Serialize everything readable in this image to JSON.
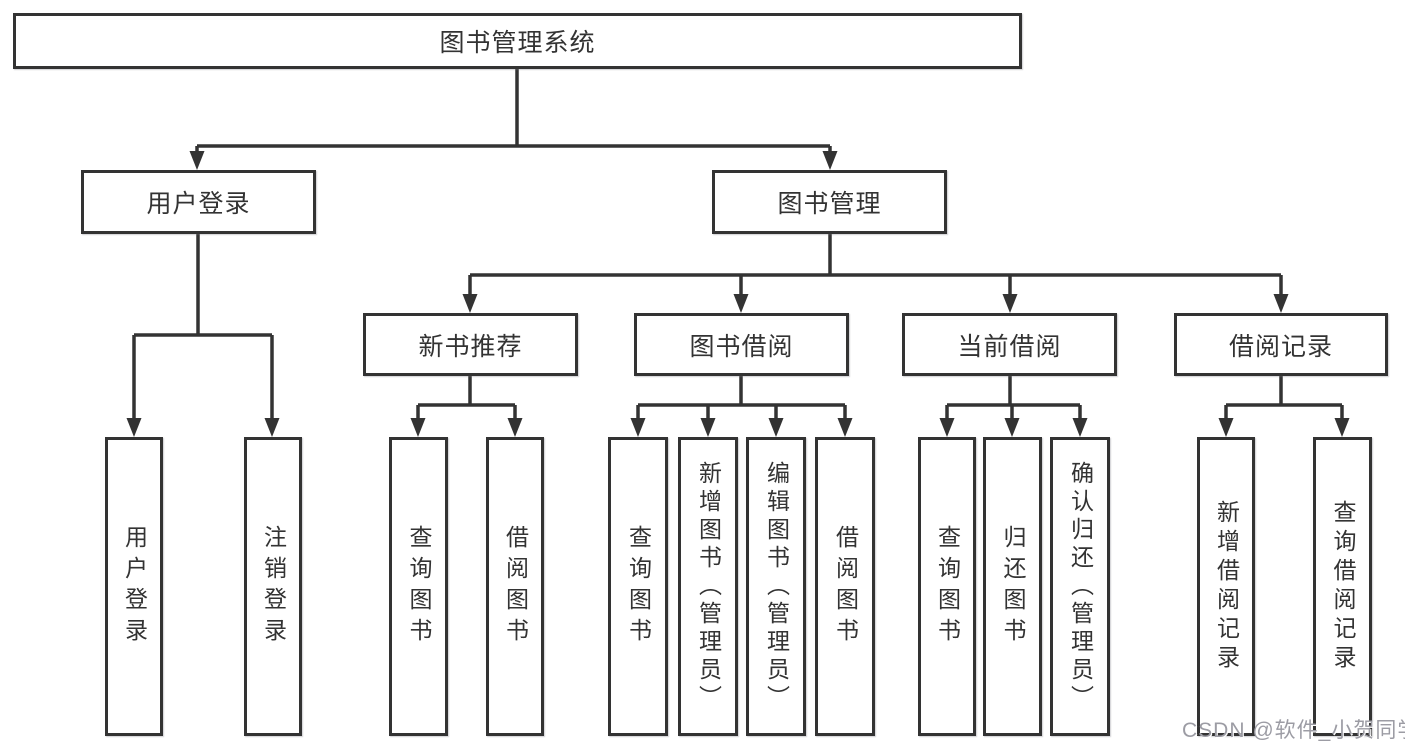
{
  "tree": {
    "label": "图书管理系统",
    "children": [
      {
        "label": "用户登录",
        "children": [
          {
            "label": "用户登录"
          },
          {
            "label": "注销登录"
          }
        ]
      },
      {
        "label": "图书管理",
        "children": [
          {
            "label": "新书推荐",
            "children": [
              {
                "label": "查询图书"
              },
              {
                "label": "借阅图书"
              }
            ]
          },
          {
            "label": "图书借阅",
            "children": [
              {
                "label": "查询图书"
              },
              {
                "label": "新增图书（管理员）"
              },
              {
                "label": "编辑图书（管理员）"
              },
              {
                "label": "借阅图书"
              }
            ]
          },
          {
            "label": "当前借阅",
            "children": [
              {
                "label": "查询图书"
              },
              {
                "label": "归还图书"
              },
              {
                "label": "确认归还（管理员）"
              }
            ]
          },
          {
            "label": "借阅记录",
            "children": [
              {
                "label": "新增借阅记录"
              },
              {
                "label": "查询借阅记录"
              }
            ]
          }
        ]
      }
    ]
  },
  "watermark": {
    "text": "CSDN @软件_小贺同学"
  },
  "colors": {
    "line": "#333333",
    "box_border": "#333333",
    "text": "#333333",
    "background": "#ffffff",
    "watermark": "#9c9ca4"
  }
}
